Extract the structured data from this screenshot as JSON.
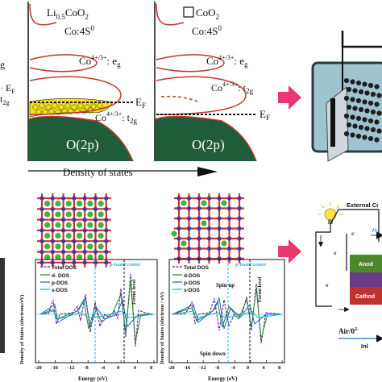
{
  "top": {
    "left_panel": {
      "compound_main": "Li",
      "compound_sub": "0.5",
      "compound_tail": "CoO",
      "compound_tail_sub": "2",
      "co4s_main": "Co:4S",
      "co4s_sup": "0",
      "eg_main": "Co",
      "eg_sup": "4+/3+",
      "eg_tail": ": e",
      "eg_tail_sub": "g",
      "t2g_main": "Co",
      "t2g_sup": "4+/3+",
      "t2g_tail": ": t",
      "t2g_tail_sub": "2g",
      "fermi_main": "E",
      "fermi_sub": "F",
      "o2p_label": "O(2p)",
      "edge_e_g": "g",
      "edge_e_f": "· E",
      "edge_e_f_sub": "F",
      "edge_t2g": "t",
      "edge_t2g_sub": "2g"
    },
    "right_panel": {
      "compound_tail": "CoO",
      "compound_tail_sub": "2",
      "co4s_main": "Co:4S",
      "co4s_sup": "0",
      "eg_main": "Co",
      "eg_sup": "4+/3+",
      "eg_tail": ": e",
      "eg_tail_sub": "g",
      "t2g_main": "Co",
      "t2g_sup": "4+/3+",
      "t2g_tail": ": t",
      "t2g_tail_sub": "2g",
      "fermi_main": "E",
      "fermi_sub": "F",
      "o2p_label": "O(2p)"
    },
    "x_axis_label": "Density of states"
  },
  "bottom": {
    "left_plot": {
      "legend": [
        "Total DOS",
        "d- DOS",
        "p-DOS",
        "s-DOS"
      ],
      "center_label": "p-band center",
      "fermi_label": "Fermi level",
      "ylabel": "Density of States (electrons/eV)",
      "xlabel": "Energy (eV)",
      "xticks": [
        "-20",
        "-16",
        "-12",
        "-8",
        "-4",
        "0",
        "4",
        "8"
      ]
    },
    "right_plot": {
      "legend": [
        "Total DOS",
        "d-DOS",
        "p-DOS",
        "s-DOS"
      ],
      "center_label": "p-band center",
      "fermi_label": "Fermi level",
      "spin_up": "Spin up",
      "spin_down": "Spin down",
      "ylabel": "Density of States (electrons / eV)",
      "xlabel": "Energy (eV)",
      "xticks": [
        "-20",
        "-16",
        "-12",
        "-8",
        "-4",
        "0",
        "4",
        "8"
      ]
    },
    "fuel_cell": {
      "external_circuit": "External Ci",
      "h2": "H",
      "h2_sub": "2",
      "anode": "Anod",
      "cathode": "Cathod",
      "air": "Air/0",
      "air_sup": "2-",
      "inlet": "Inl",
      "electron": "e",
      "electron_sup": "-"
    }
  },
  "colors": {
    "curve": "#c0392b",
    "o2p_fill": "#1f5c3a",
    "yellow": "#f1e21a",
    "arrow_pink": "#e8386d",
    "device_bg": "#9fc4cf",
    "anode_green": "#4a8a2a",
    "cathode_red": "#c0322e",
    "purple": "#6a3a8a"
  }
}
